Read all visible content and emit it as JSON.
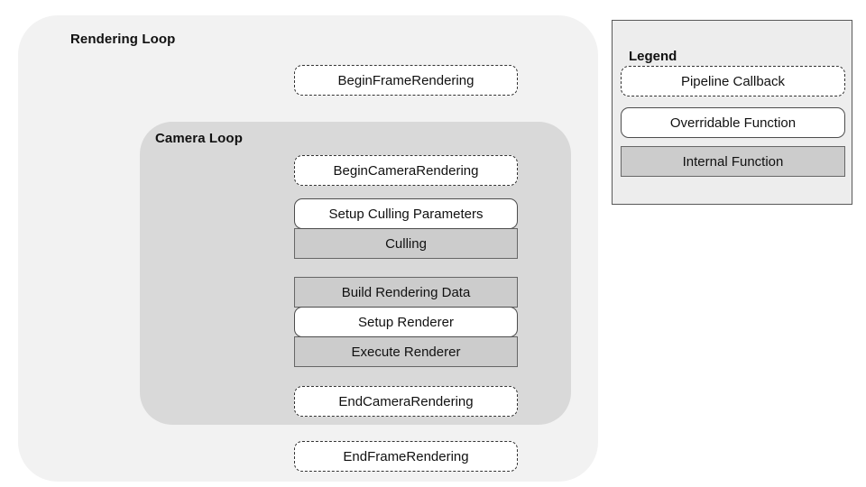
{
  "diagram": {
    "title": "Rendering Loop",
    "outer_loop": {
      "label": "Rendering Loop",
      "background": "#f2f2f2"
    },
    "inner_loop": {
      "label": "Camera Loop",
      "background": "#d9d9d9"
    },
    "nodes": [
      {
        "label": "BeginFrameRendering",
        "kind": "callback",
        "scope": "rendering-loop"
      },
      {
        "label": "BeginCameraRendering",
        "kind": "callback",
        "scope": "camera-loop"
      },
      {
        "label": "Setup Culling Parameters",
        "kind": "overridable",
        "scope": "camera-loop"
      },
      {
        "label": "Culling",
        "kind": "internal",
        "scope": "camera-loop"
      },
      {
        "label": "Build Rendering Data",
        "kind": "internal",
        "scope": "camera-loop"
      },
      {
        "label": "Setup Renderer",
        "kind": "overridable",
        "scope": "camera-loop"
      },
      {
        "label": "Execute Renderer",
        "kind": "internal",
        "scope": "camera-loop"
      },
      {
        "label": "EndCameraRendering",
        "kind": "callback",
        "scope": "camera-loop"
      },
      {
        "label": "EndFrameRendering",
        "kind": "callback",
        "scope": "rendering-loop"
      }
    ]
  },
  "legend": {
    "title": "Legend",
    "items": [
      {
        "label": "Pipeline Callback",
        "kind": "callback",
        "fill": "#ffffff",
        "border": "dashed"
      },
      {
        "label": "Overridable Function",
        "kind": "overridable",
        "fill": "#ffffff",
        "border": "solid-rounded"
      },
      {
        "label": "Internal Function",
        "kind": "internal",
        "fill": "#cccccc",
        "border": "solid-square"
      }
    ],
    "background": "#ededed",
    "border_color": "#595959"
  },
  "colors": {
    "page_background": "#ffffff",
    "outer_container": "#f2f2f2",
    "inner_container": "#d9d9d9",
    "internal_fill": "#cccccc",
    "text": "#111111"
  }
}
